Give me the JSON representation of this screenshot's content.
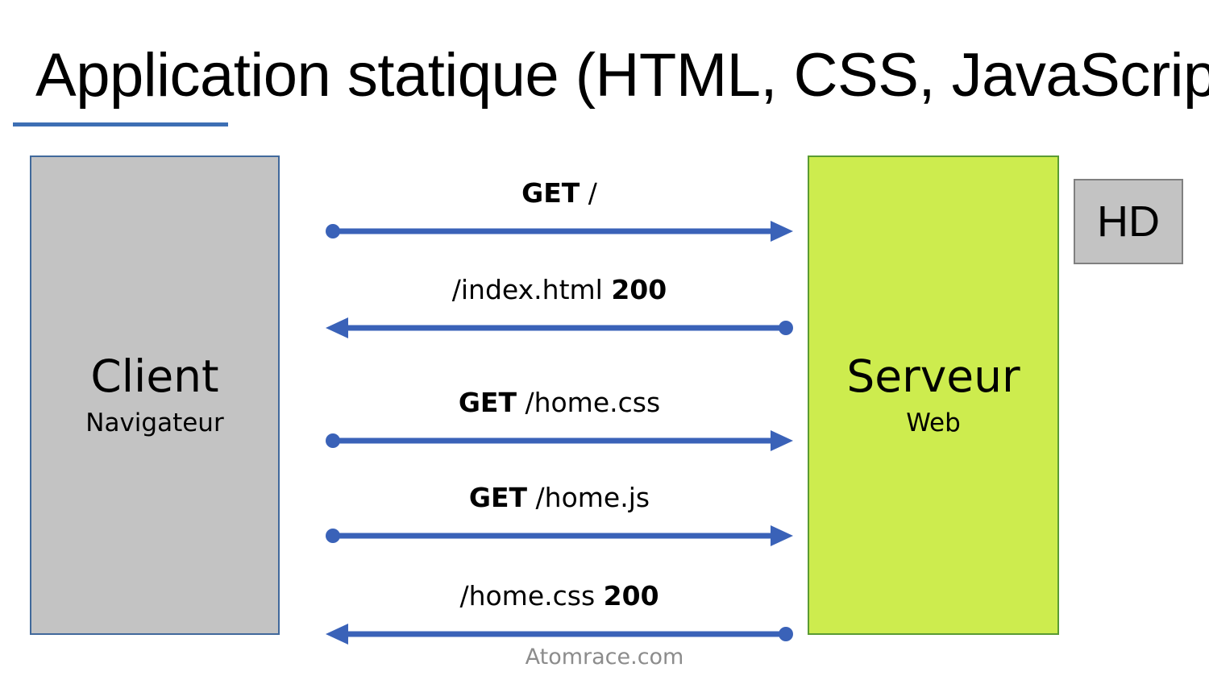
{
  "slide": {
    "title": "Application statique (HTML, CSS, JavaScript)",
    "footer": "Atomrace.com",
    "accent_color": "#3d6fb4",
    "arrow_color": "#3a62b8"
  },
  "client": {
    "title": "Client",
    "subtitle": "Navigateur",
    "fill": "#c3c3c3",
    "border": "#41699b"
  },
  "server": {
    "title": "Serveur",
    "subtitle": "Web",
    "fill": "#cdec4e",
    "border": "#5a9b33"
  },
  "storage": {
    "label": "HD",
    "fill": "#c3c3c3",
    "border": "#808080"
  },
  "messages": [
    {
      "bold": "GET",
      "normal": " /",
      "direction": "right",
      "label": "GET /"
    },
    {
      "normal": "/index.html ",
      "bold": "200",
      "direction": "left",
      "label": "/index.html 200"
    },
    {
      "bold": "GET",
      "normal": " /home.css",
      "direction": "right",
      "label": "GET /home.css"
    },
    {
      "bold": "GET",
      "normal": " /home.js",
      "direction": "right",
      "label": "GET /home.js"
    },
    {
      "normal": "/home.css ",
      "bold": "200",
      "direction": "left",
      "label": "/home.css 200"
    }
  ]
}
